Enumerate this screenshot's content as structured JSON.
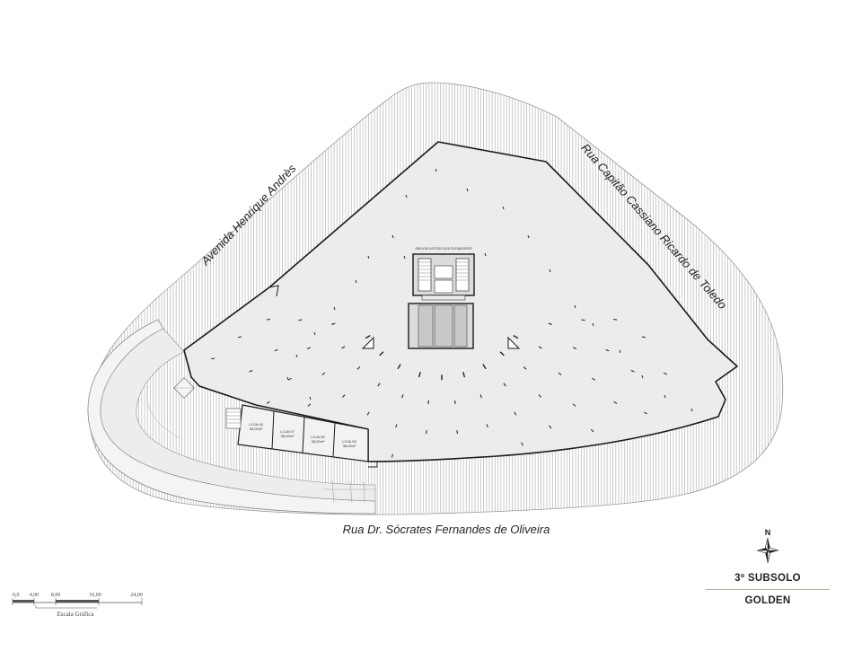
{
  "streets": {
    "north_west": "Avenida Henrique Andrès",
    "north_east": "Rua Capitão Cassiano Ricardo de Toledo",
    "south": "Rua Dr. Sócrates Fernandes de Oliveira"
  },
  "core_label": "ÁREA DE ACESSO AOS ELEVADORES",
  "shops": [
    {
      "name": "LOJA 08",
      "area": "38,00m²"
    },
    {
      "name": "LOJA 07",
      "area": "38,00m²"
    },
    {
      "name": "LOJA 06",
      "area": "38,00m²"
    },
    {
      "name": "LOJA 05",
      "area": "38,00m²"
    }
  ],
  "north_label": "N",
  "scale": {
    "ticks": [
      "0,0",
      "4,00",
      "8,00",
      "16,00",
      "24,00"
    ],
    "caption": "Escala Gráfica"
  },
  "title_block": {
    "level": "3º SUBSOLO",
    "project": "GOLDEN"
  },
  "colors": {
    "floor_fill": "#ececec",
    "outline": "#1a1a1a",
    "hatch": "#9a9a9a",
    "divider": "#b8b097"
  }
}
